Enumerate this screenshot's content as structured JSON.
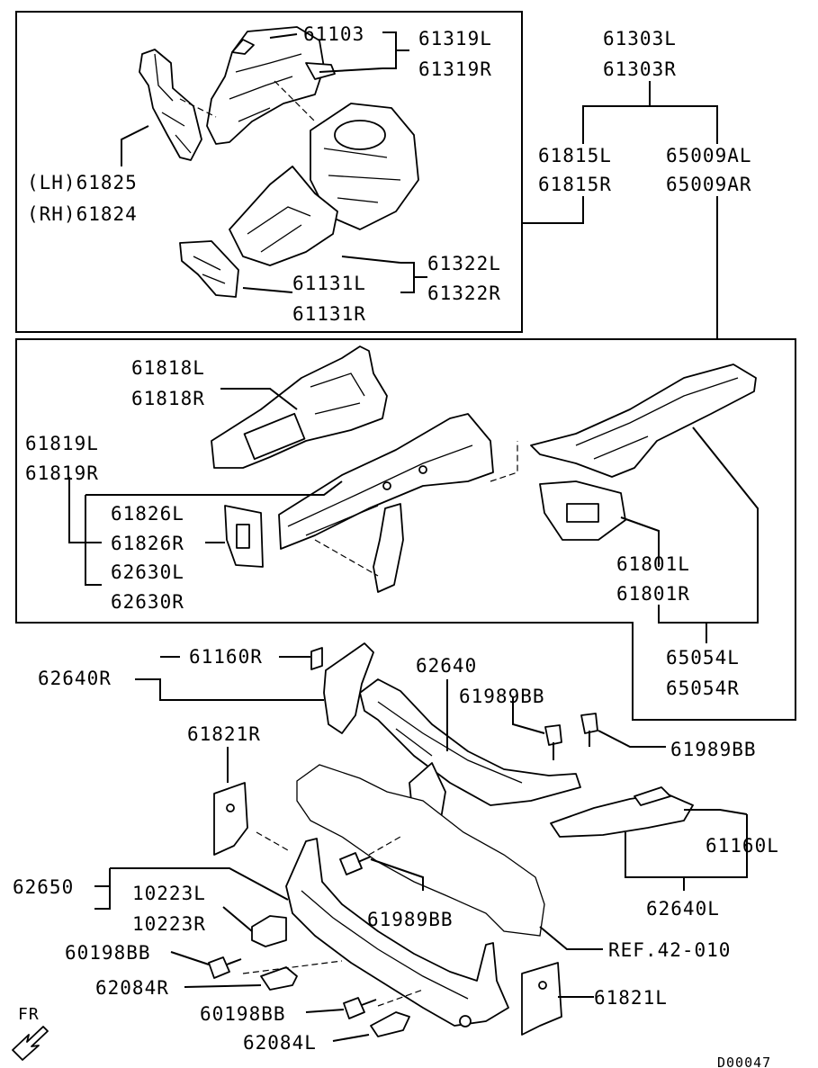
{
  "diagram_id": "D00047",
  "direction_label": "FR",
  "parts": {
    "p61103": "61103",
    "p61319L": "61319L",
    "p61319R": "61319R",
    "p61825": "(LH)61825",
    "p61824": "(RH)61824",
    "p61322L": "61322L",
    "p61322R": "61322R",
    "p61131L": "61131L",
    "p61131R": "61131R",
    "p61303L": "61303L",
    "p61303R": "61303R",
    "p61815L": "61815L",
    "p61815R": "61815R",
    "p65009AL": "65009AL",
    "p65009AR": "65009AR",
    "p61818L": "61818L",
    "p61818R": "61818R",
    "p61819L": "61819L",
    "p61819R": "61819R",
    "p61826L": "61826L",
    "p61826R": "61826R",
    "p62630L": "62630L",
    "p62630R": "62630R",
    "p61801L": "61801L",
    "p61801R": "61801R",
    "p65054L": "65054L",
    "p65054R": "65054R",
    "p62640R": "62640R",
    "p61160R": "61160R",
    "p62640": "62640",
    "p61989BB_a": "61989BB",
    "p61989BB_b": "61989BB",
    "p61989BB_c": "61989BB",
    "p61821R": "61821R",
    "p61160L": "61160L",
    "p62640L": "62640L",
    "p62650": "62650",
    "p10223L": "10223L",
    "p10223R": "10223R",
    "p60198BB_a": "60198BB",
    "p60198BB_b": "60198BB",
    "p62084R": "62084R",
    "p62084L": "62084L",
    "p61821L": "61821L",
    "pREF": "REF.42-010"
  }
}
